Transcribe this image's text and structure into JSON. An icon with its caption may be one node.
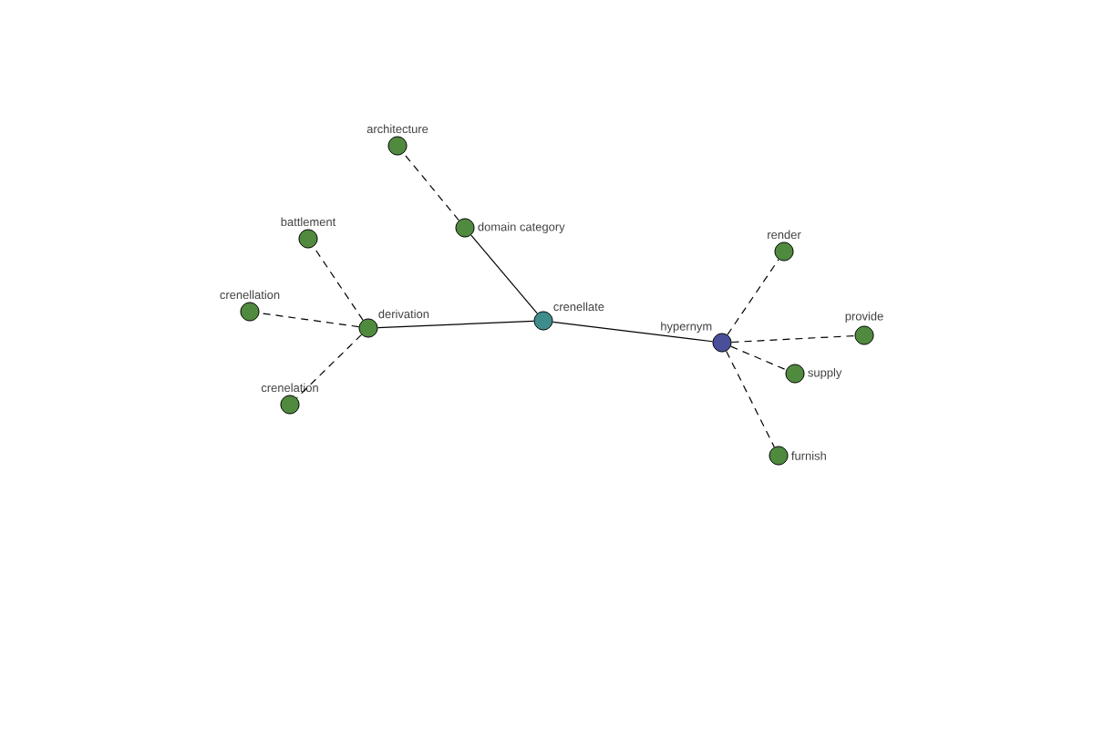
{
  "diagram": {
    "nodes": [
      {
        "text": [
          "architecture"
        ]
      },
      {
        "text": [
          "domain category"
        ]
      },
      {
        "text": [
          "battlement"
        ]
      },
      {
        "text": [
          "crenellation"
        ]
      },
      {
        "text": [
          "derivation"
        ]
      },
      {
        "text": [
          "crenellate"
        ]
      },
      {
        "text": [
          "crenelation"
        ]
      },
      {
        "text": [
          "render"
        ]
      },
      {
        "text": [
          "hypernym"
        ]
      },
      {
        "text": [
          "provide"
        ]
      },
      {
        "text": [
          "supply"
        ]
      },
      {
        "text": [
          "furnish"
        ]
      }
    ],
    "edges": [
      {
        "from": 1,
        "to": 0,
        "arrow": "none",
        "style": "dashed"
      },
      {
        "from": 5,
        "to": 1,
        "arrow": "none"
      },
      {
        "from": 5,
        "to": 4,
        "arrow": "none"
      },
      {
        "from": 4,
        "to": 2,
        "arrow": "none",
        "style": "dashed"
      },
      {
        "from": 4,
        "to": 3,
        "arrow": "none",
        "style": "dashed"
      },
      {
        "from": 4,
        "to": 6,
        "arrow": "none",
        "style": "dashed"
      },
      {
        "from": 5,
        "to": 8,
        "arrow": "none"
      },
      {
        "from": 8,
        "to": 7,
        "arrow": "none",
        "style": "dashed"
      },
      {
        "from": 8,
        "to": 9,
        "arrow": "none",
        "style": "dashed"
      },
      {
        "from": 8,
        "to": 10,
        "arrow": "none",
        "style": "dashed"
      },
      {
        "from": 8,
        "to": 11,
        "arrow": "none",
        "style": "dashed"
      }
    ]
  }
}
